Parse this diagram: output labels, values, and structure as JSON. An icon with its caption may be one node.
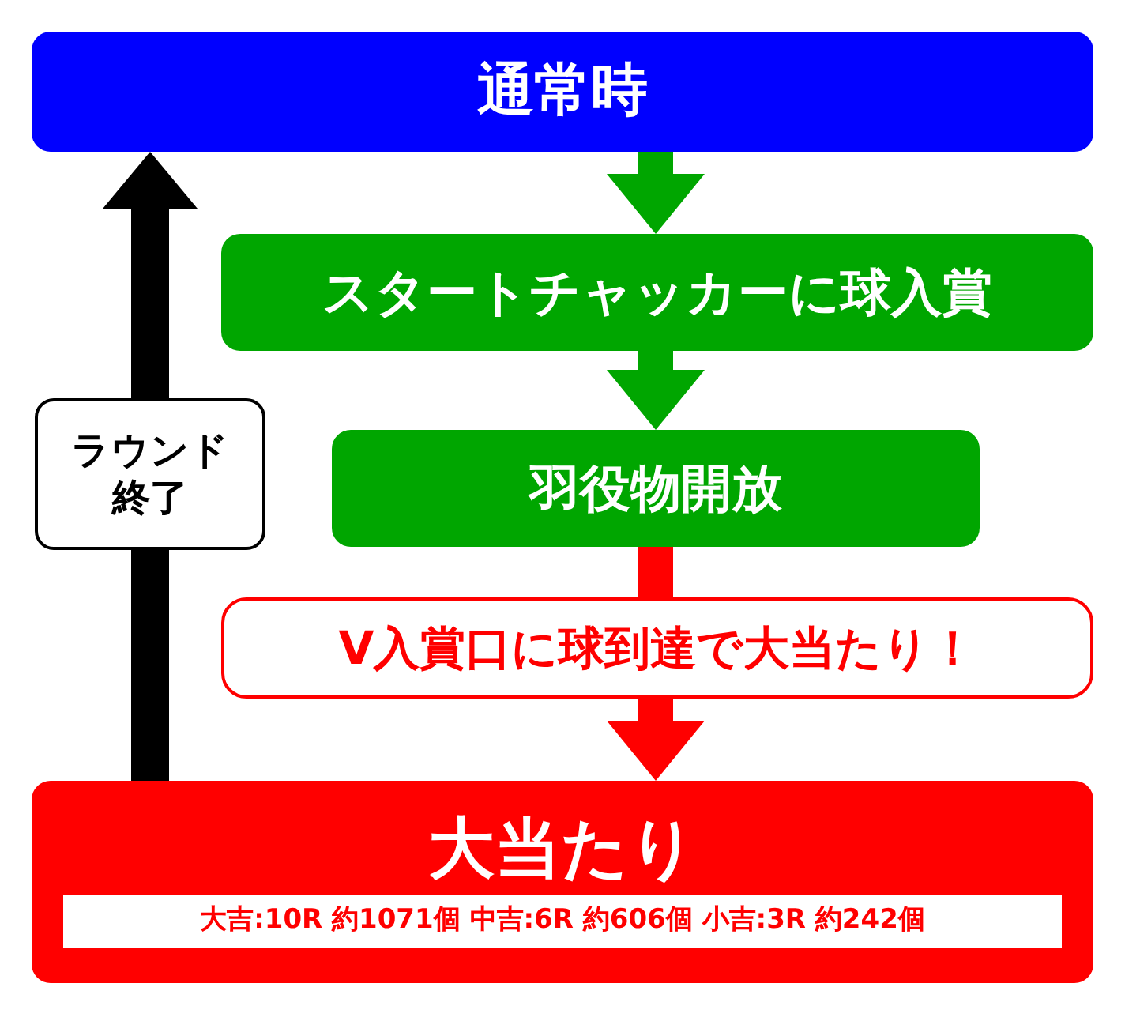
{
  "diagram": {
    "nodes": [
      {
        "text": [
          "通常時"
        ]
      },
      {
        "text": [
          "スタートチャッカーに球入賞"
        ]
      },
      {
        "text": [
          "羽役物開放"
        ]
      },
      {
        "text": [
          "V入賞口に球到達で大当たり！"
        ]
      },
      {
        "text": [
          "大当たり",
          "大吉:10R 約1071個 中吉:6R 約606個 小吉:3R 約242個"
        ]
      }
    ],
    "edges": [
      {
        "from": 0,
        "to": 1,
        "arrow": "to",
        "color": "#00a600"
      },
      {
        "from": 1,
        "to": 2,
        "arrow": "to",
        "color": "#00a600"
      },
      {
        "from": 2,
        "to": 3,
        "arrow": "none",
        "color": "#ff0000"
      },
      {
        "from": 3,
        "to": 4,
        "arrow": "to",
        "color": "#ff0000"
      },
      {
        "from": 4,
        "to": 0,
        "arrow": "to",
        "color": "#000000",
        "label": "ラウンド終了"
      }
    ]
  }
}
